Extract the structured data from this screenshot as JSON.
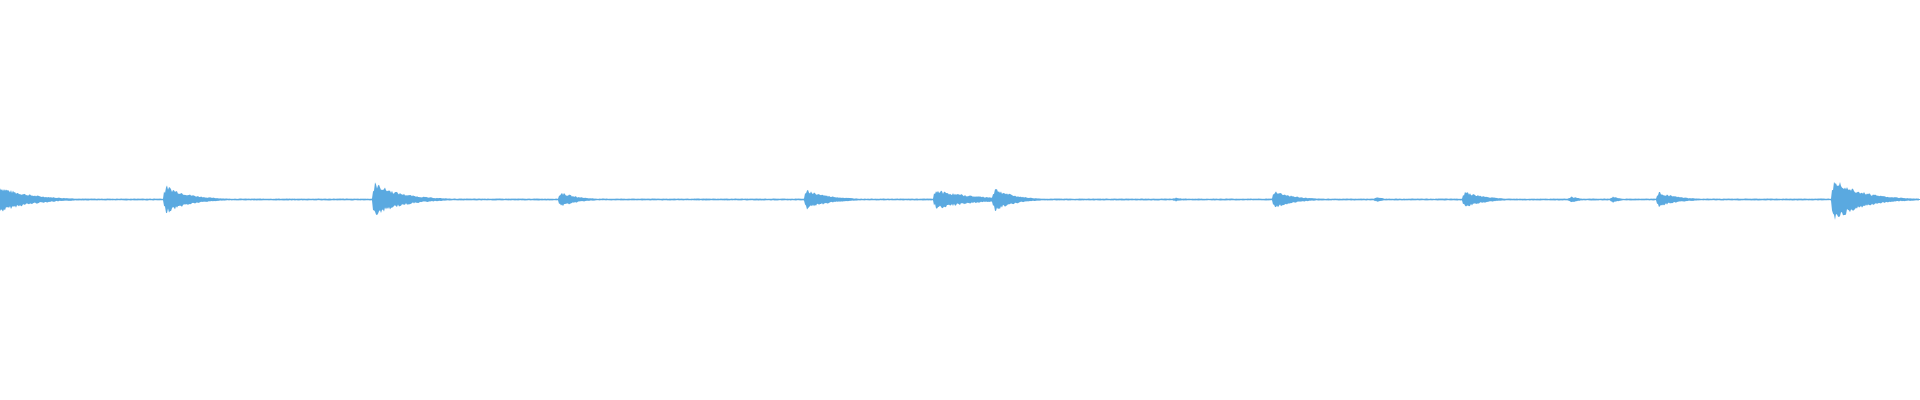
{
  "waveform": {
    "color": "#5aa9e0",
    "background": "#ffffff",
    "transients": [
      {
        "t": 0.0,
        "amp": 0.55,
        "decay": 0.016
      },
      {
        "t": 0.086,
        "amp": 0.62,
        "decay": 0.012
      },
      {
        "t": 0.195,
        "amp": 0.72,
        "decay": 0.014
      },
      {
        "t": 0.292,
        "amp": 0.32,
        "decay": 0.009
      },
      {
        "t": 0.42,
        "amp": 0.42,
        "decay": 0.012
      },
      {
        "t": 0.487,
        "amp": 0.42,
        "decay": 0.02
      },
      {
        "t": 0.518,
        "amp": 0.5,
        "decay": 0.01
      },
      {
        "t": 0.612,
        "amp": 0.1,
        "decay": 0.004
      },
      {
        "t": 0.664,
        "amp": 0.38,
        "decay": 0.01
      },
      {
        "t": 0.717,
        "amp": 0.12,
        "decay": 0.004
      },
      {
        "t": 0.763,
        "amp": 0.36,
        "decay": 0.01
      },
      {
        "t": 0.818,
        "amp": 0.14,
        "decay": 0.005
      },
      {
        "t": 0.84,
        "amp": 0.14,
        "decay": 0.004
      },
      {
        "t": 0.864,
        "amp": 0.32,
        "decay": 0.01
      },
      {
        "t": 0.955,
        "amp": 0.95,
        "decay": 0.014
      }
    ]
  }
}
